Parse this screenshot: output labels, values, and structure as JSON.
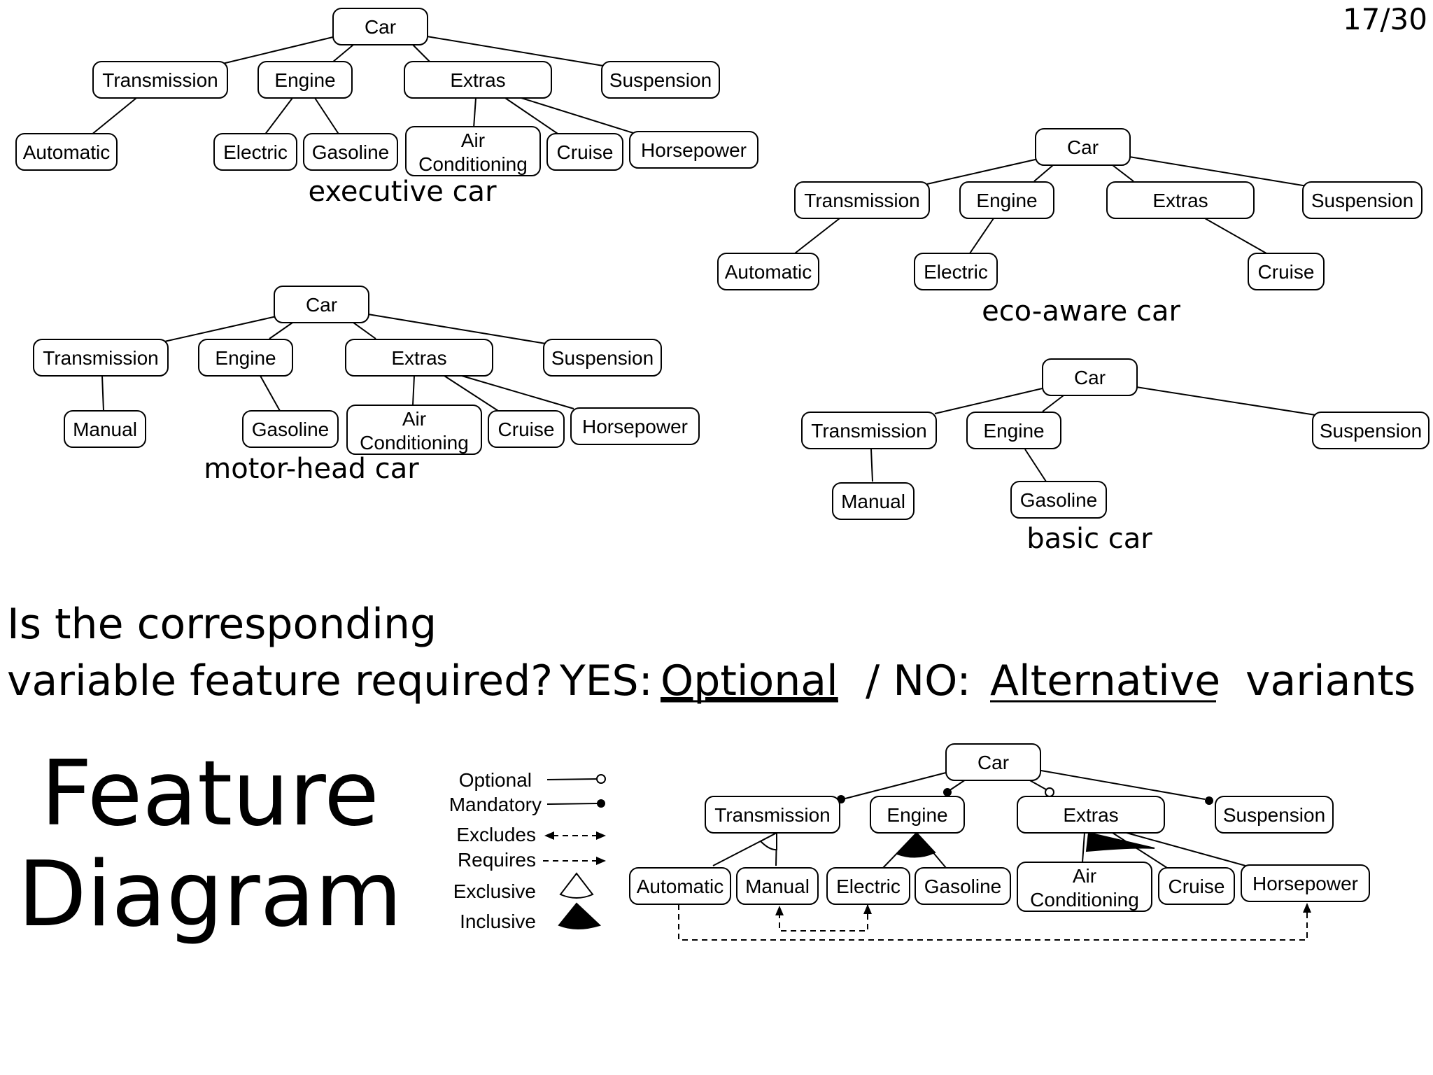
{
  "page_number": "17/30",
  "captions": {
    "executive": "executive car",
    "eco": "eco-aware car",
    "motor": "motor-head car",
    "basic": "basic car"
  },
  "question": {
    "line1": "Is the corresponding",
    "line2_prefix": "variable feature required?",
    "yes": "YES:",
    "optional": "Optional",
    "slash_no": "/ NO:",
    "alternative": "Alternative",
    "variants": "variants"
  },
  "title": {
    "line1": "Feature",
    "line2": "Diagram"
  },
  "legend": {
    "optional": "Optional",
    "mandatory": "Mandatory",
    "excludes": "Excludes",
    "requires": "Requires",
    "exclusive": "Exclusive",
    "inclusive": "Inclusive"
  },
  "labels": {
    "car": "Car",
    "transmission": "Transmission",
    "engine": "Engine",
    "extras": "Extras",
    "suspension": "Suspension",
    "automatic": "Automatic",
    "manual": "Manual",
    "electric": "Electric",
    "gasoline": "Gasoline",
    "air": "Air",
    "conditioning": "Conditioning",
    "cruise": "Cruise",
    "horsepower": "Horsepower"
  }
}
